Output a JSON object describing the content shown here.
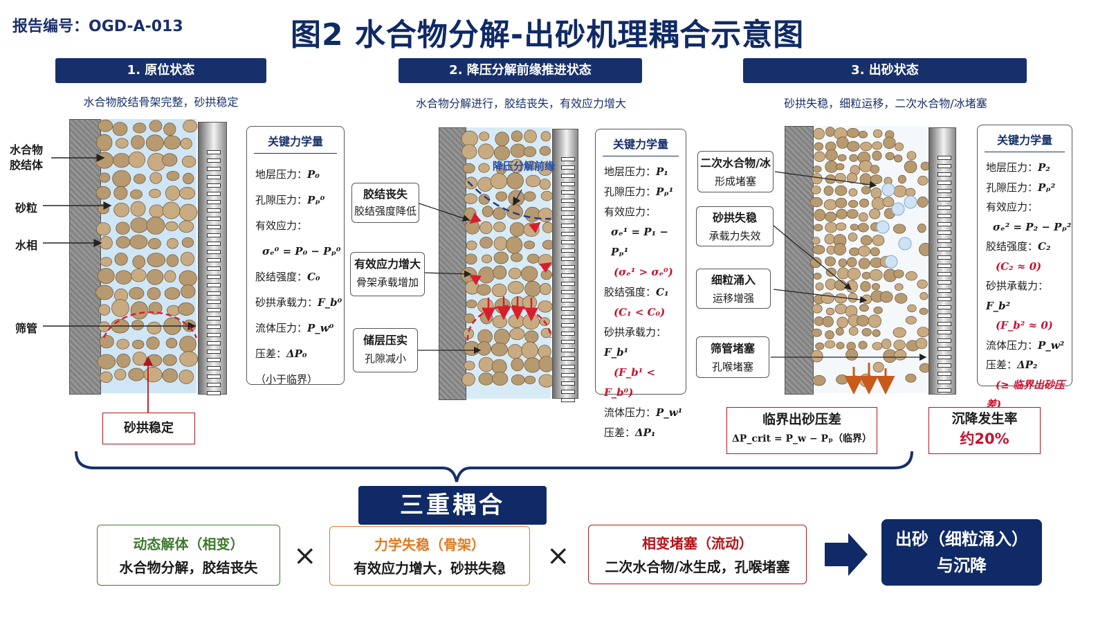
{
  "header": {
    "report_no": "报告编号：OGD-A-013",
    "title": "图2  水合物分解-出砂机理耦合示意图"
  },
  "stages": [
    {
      "label": "1. 原位状态",
      "desc": "水合物胶结骨架完整，砂拱稳定"
    },
    {
      "label": "2. 降压分解前缘推进状态",
      "desc": "水合物分解进行，胶结丧失，有效应力增大"
    },
    {
      "label": "3. 出砂状态",
      "desc": "砂拱失稳，细粒运移，二次水合物/冰堵塞"
    }
  ],
  "stage1": {
    "left_labels": [
      "水合物胶结体",
      "砂粒",
      "水相",
      "筛管"
    ],
    "arch_label": "砂拱稳定",
    "panel": {
      "title": "关键力学量",
      "rows": [
        {
          "text": "地层压力：",
          "math": "P₀"
        },
        {
          "text": "孔隙压力：",
          "math": "Pₚ⁰"
        },
        {
          "text": "有效应力：",
          "math": ""
        },
        {
          "text": "",
          "math": "σₑ⁰ = P₀ − Pₚ⁰"
        },
        {
          "text": "胶结强度：",
          "math": "C₀"
        },
        {
          "text": "砂拱承载力：",
          "math": "F_b⁰"
        },
        {
          "text": "流体压力：",
          "math": "P_w⁰"
        },
        {
          "text": "压差：",
          "math": "ΔP₀"
        },
        {
          "text": "（小于临界）",
          "math": ""
        }
      ]
    }
  },
  "stage2": {
    "front_label": "降压分解前缘",
    "callouts": [
      {
        "title": "胶结丧失",
        "sub": "胶结强度降低"
      },
      {
        "title": "有效应力增大",
        "sub": "骨架承载增加"
      },
      {
        "title": "储层压实",
        "sub": "孔隙减小"
      }
    ],
    "panel": {
      "title": "关键力学量",
      "rows": [
        {
          "text": "地层压力：",
          "math": "P₁",
          "red": ""
        },
        {
          "text": "孔隙压力：",
          "math": "Pₚ¹",
          "red": ""
        },
        {
          "text": "有效应力：",
          "math": "",
          "red": ""
        },
        {
          "text": "",
          "math": "σₑ¹ = P₁ − Pₚ¹",
          "red": ""
        },
        {
          "text": "",
          "math": "",
          "red": "(σₑ¹ > σₑ⁰)"
        },
        {
          "text": "胶结强度：",
          "math": "C₁",
          "red": ""
        },
        {
          "text": "",
          "math": "",
          "red": "(C₁ < C₀)"
        },
        {
          "text": "砂拱承载力：",
          "math": "F_b¹",
          "red": ""
        },
        {
          "text": "",
          "math": "",
          "red": "(F_b¹ < F_b⁰)"
        },
        {
          "text": "流体压力：",
          "math": "P_w¹",
          "red": ""
        },
        {
          "text": "压差：",
          "math": "ΔP₁",
          "red": ""
        }
      ]
    }
  },
  "stage3": {
    "callouts": [
      {
        "title": "二次水合物/冰",
        "sub": "形成堵塞"
      },
      {
        "title": "砂拱失稳",
        "sub": "承载力失效"
      },
      {
        "title": "细粒涌入",
        "sub": "运移增强"
      },
      {
        "title": "筛管堵塞",
        "sub": "孔喉堵塞"
      }
    ],
    "critical": {
      "title": "临界出砂压差",
      "formula": "ΔP_crit = P_w − Pₚ（临界）"
    },
    "subsidence": {
      "title": "沉降发生率",
      "value": "约20%"
    },
    "panel": {
      "title": "关键力学量",
      "rows": [
        {
          "text": "地层压力：",
          "math": "P₂",
          "red": ""
        },
        {
          "text": "孔隙压力：",
          "math": "Pₚ²",
          "red": ""
        },
        {
          "text": "有效应力：",
          "math": "",
          "red": ""
        },
        {
          "text": "",
          "math": "σₑ² = P₂ − Pₚ²",
          "red": ""
        },
        {
          "text": "胶结强度：",
          "math": "C₂",
          "red": ""
        },
        {
          "text": "",
          "math": "",
          "red": "(C₂ ≈ 0)"
        },
        {
          "text": "砂拱承载力：",
          "math": "F_b²",
          "red": ""
        },
        {
          "text": "",
          "math": "",
          "red": "(F_b² ≈ 0)"
        },
        {
          "text": "流体压力：",
          "math": "P_w²",
          "red": ""
        },
        {
          "text": "压差：",
          "math": "ΔP₂",
          "red": ""
        },
        {
          "text": "",
          "math": "",
          "red": "(≥ 临界出砂压差)"
        }
      ]
    }
  },
  "coupling": {
    "title": "三重耦合",
    "items": [
      {
        "title": "动态解体（相变）",
        "sub": "水合物分解，胶结丧失",
        "color": "#3d7a2e"
      },
      {
        "title": "力学失稳（骨架）",
        "sub": "有效应力增大，砂拱失稳",
        "color": "#e07a1f"
      },
      {
        "title": "相变堵塞（流动）",
        "sub": "二次水合物/冰生成，孔喉堵塞",
        "color": "#b3141b"
      }
    ],
    "times": "×",
    "result": [
      "出砂（细粒涌入）",
      "与沉降"
    ]
  },
  "colors": {
    "navy": "#17306b",
    "red": "#b3141b",
    "sand": "#c9ab82",
    "water": "#a9d3ef"
  }
}
